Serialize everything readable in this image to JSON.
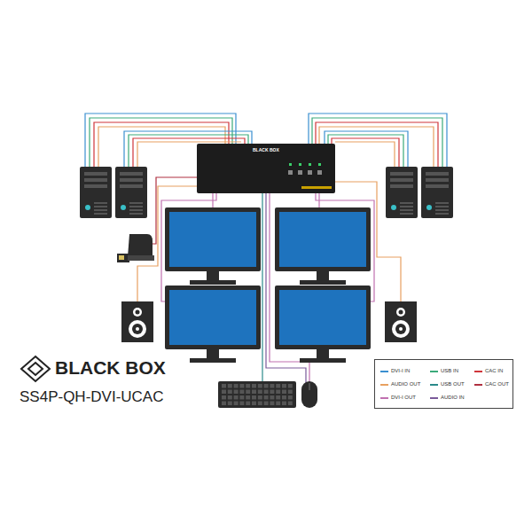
{
  "diagram": {
    "nodes": [
      {
        "text": [
          "BLACK BOX"
        ]
      }
    ],
    "labels": [
      "BLACK BOX",
      "SS4P-QH-DVI-UCAC"
    ],
    "legend": [
      {
        "text": "DVI-I IN",
        "color": "#3a8fd0"
      },
      {
        "text": "AUDIO OUT",
        "color": "#e8a060"
      },
      {
        "text": "DVI-I OUT",
        "color": "#c070b0"
      },
      {
        "text": "USB IN",
        "color": "#3aaa7a"
      },
      {
        "text": "USB OUT",
        "color": "#2a8a8a"
      },
      {
        "text": "AUDIO IN",
        "color": "#7a5a9a"
      },
      {
        "text": "CAC IN",
        "color": "#d0353a"
      },
      {
        "text": "CAC OUT",
        "color": "#b03040"
      }
    ]
  }
}
